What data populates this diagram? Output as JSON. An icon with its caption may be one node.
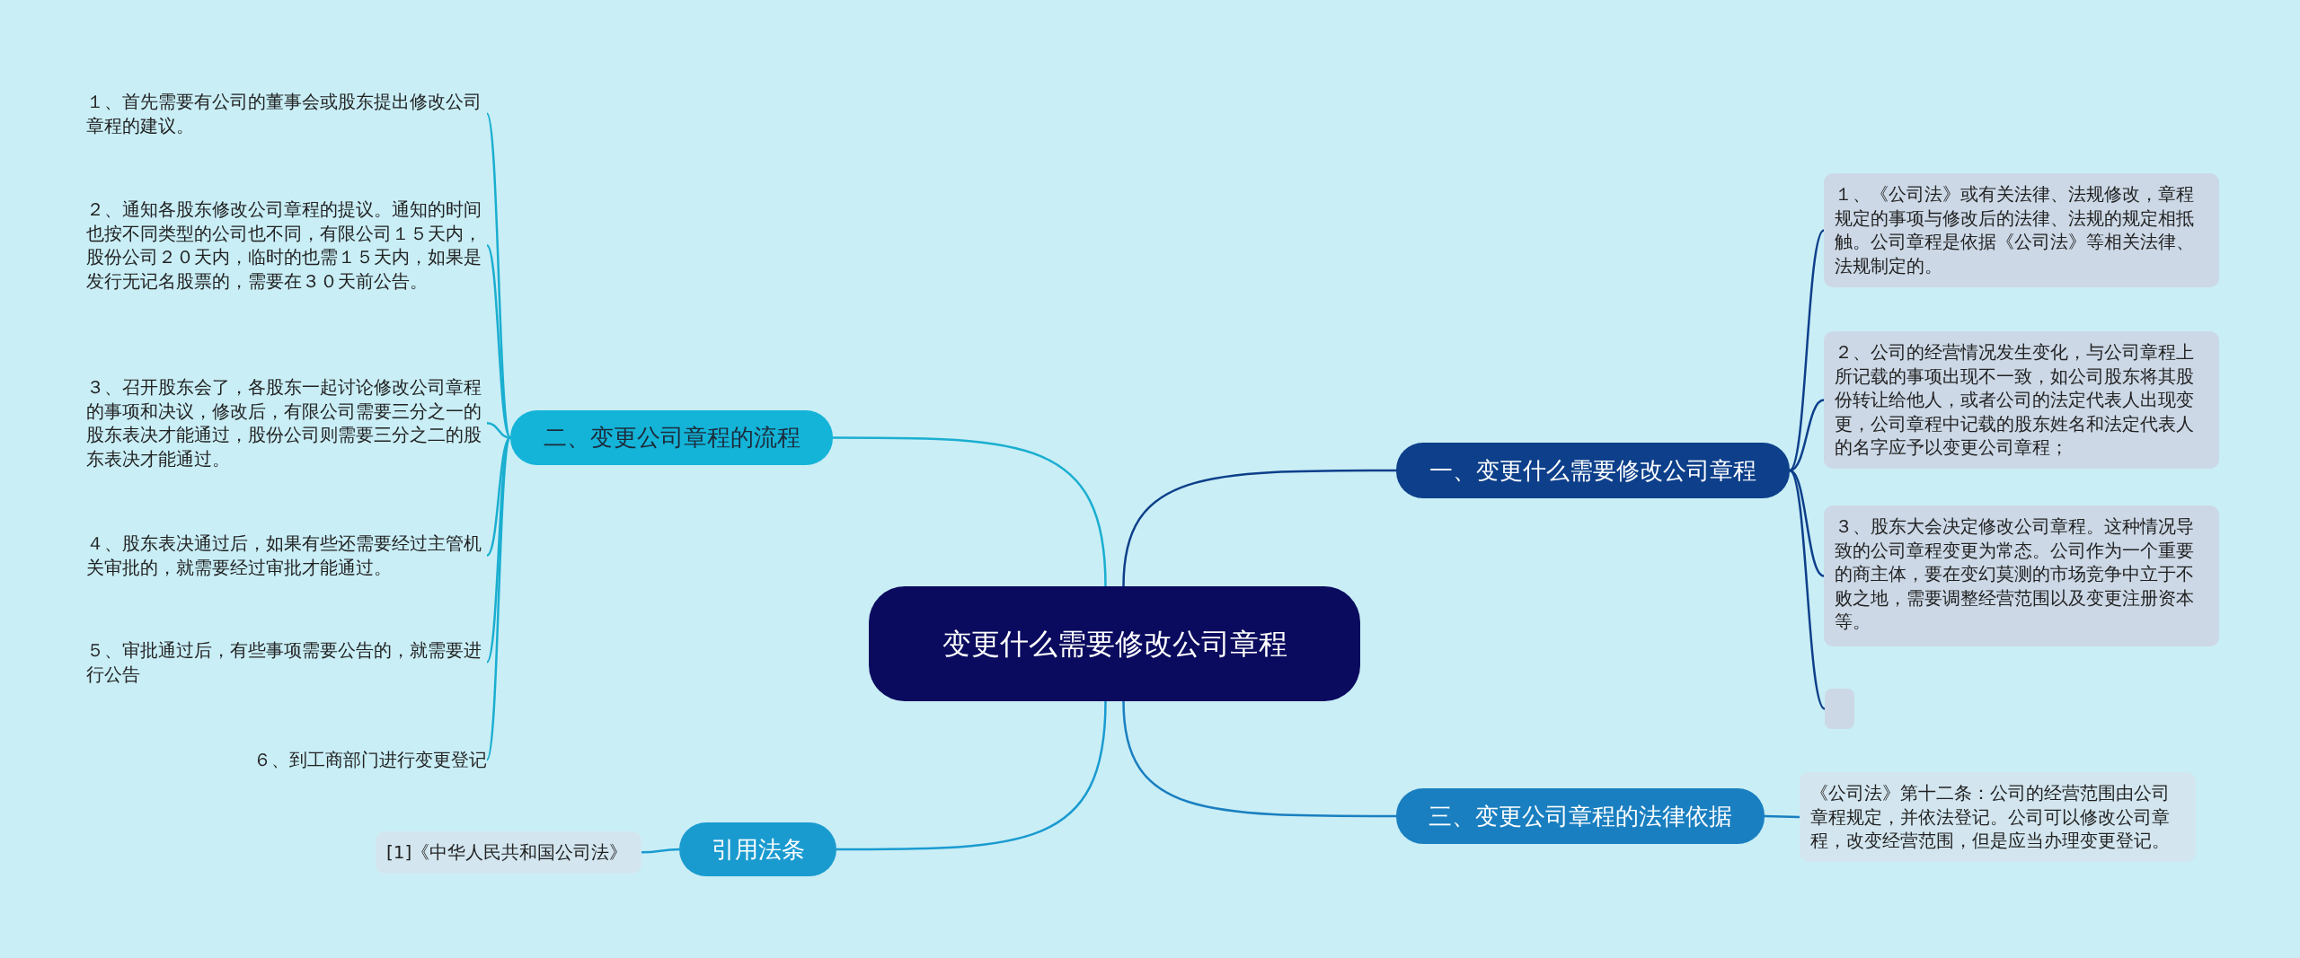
{
  "diagram": {
    "nodes": [
      {
        "text": [
          "变更什么需要修改公司章程"
        ]
      },
      {
        "text": [
          "二、变更公司章程的流程"
        ]
      },
      {
        "text": [
          "１、首先需要有公司的董事会或股东提出修改公司章程的建议。"
        ]
      },
      {
        "text": [
          "２、通知各股东修改公司章程的提议。通知的时间也按不同类型的公司也不同，有限公司１５天内，股份公司２０天内，临时的也需１５天内，如果是发行无记名股票的，需要在３０天前公告。"
        ]
      },
      {
        "text": [
          "３、召开股东会了，各股东一起讨论修改公司章程的事项和决议，修改后，有限公司需要三分之一的股东表决才能通过，股份公司则需要三分之二的股东表决才能通过。"
        ]
      },
      {
        "text": [
          "４、股东表决通过后，如果有些还需要经过主管机关审批的，就需要经过审批才能通过。"
        ]
      },
      {
        "text": [
          "５、审批通过后，有些事项需要公告的，就需要进行公告"
        ]
      },
      {
        "text": [
          "６、到工商部门进行变更登记"
        ]
      },
      {
        "text": [
          "引用法条"
        ]
      },
      {
        "text": [
          "[1]《中华人民共和国公司法》"
        ]
      },
      {
        "text": [
          "一、变更什么需要修改公司章程"
        ]
      },
      {
        "text": [
          "１、《公司法》或有关法律、法规修改，章程规定的事项与修改后的法律、法规的规定相抵触。公司章程是依据《公司法》等相关法律、法规制定的。"
        ]
      },
      {
        "text": [
          "２、公司的经营情况发生变化，与公司章程上所记载的事项出现不一致，如公司股东将其股份转让给他人，或者公司的法定代表人出现变更，公司章程中记载的股东姓名和法定代表人的名字应予以变更公司章程；"
        ]
      },
      {
        "text": [
          "３、股东大会决定修改公司章程。这种情况导致的公司章程变更为常态。公司作为一个重要的商主体，要在变幻莫测的市场竞争中立于不败之地，需要调整经营范围以及变更注册资本等。"
        ]
      },
      {
        "text": [],
        "shape": "box"
      },
      {
        "text": [
          "三、变更公司章程的法律依据"
        ]
      },
      {
        "text": [
          "《公司法》第十二条：公司的经营范围由公司章程规定，并依法登记。公司可以修改公司章程，改变经营范围，但是应当办理变更登记。"
        ]
      }
    ],
    "edges": [
      {
        "from": 0,
        "to": 1,
        "arrow": "none",
        "color": "#1aaed0"
      },
      {
        "from": 1,
        "to": 2,
        "arrow": "none",
        "color": "#1aaed0"
      },
      {
        "from": 1,
        "to": 3,
        "arrow": "none",
        "color": "#1aaed0"
      },
      {
        "from": 1,
        "to": 4,
        "arrow": "none",
        "color": "#1aaed0"
      },
      {
        "from": 1,
        "to": 5,
        "arrow": "none",
        "color": "#1aaed0"
      },
      {
        "from": 1,
        "to": 6,
        "arrow": "none",
        "color": "#1aaed0"
      },
      {
        "from": 1,
        "to": 7,
        "arrow": "none",
        "color": "#1aaed0"
      },
      {
        "from": 0,
        "to": 8,
        "arrow": "none",
        "color": "#1a9bd0"
      },
      {
        "from": 8,
        "to": 9,
        "arrow": "none",
        "color": "#1a9bd0"
      },
      {
        "from": 0,
        "to": 10,
        "arrow": "none",
        "color": "#0d3f8a"
      },
      {
        "from": 10,
        "to": 11,
        "arrow": "none",
        "color": "#0d3f8a"
      },
      {
        "from": 10,
        "to": 12,
        "arrow": "none",
        "color": "#0d3f8a"
      },
      {
        "from": 10,
        "to": 13,
        "arrow": "none",
        "color": "#0d3f8a"
      },
      {
        "from": 10,
        "to": 14,
        "arrow": "none",
        "color": "#0d3f8a"
      },
      {
        "from": 0,
        "to": 15,
        "arrow": "none",
        "color": "#1a7fc0"
      },
      {
        "from": 15,
        "to": 16,
        "arrow": "none",
        "color": "#1a7fc0"
      }
    ]
  }
}
